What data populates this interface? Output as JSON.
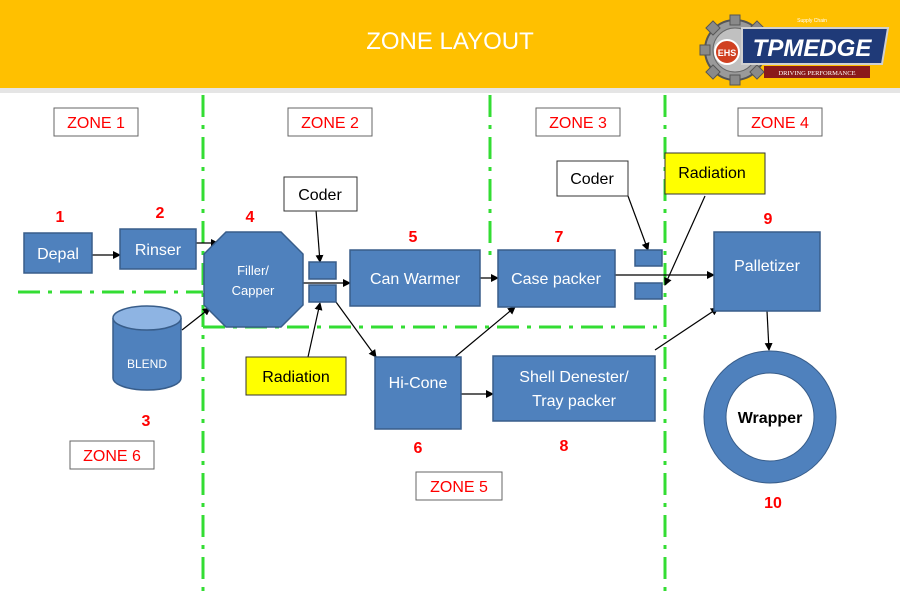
{
  "header": {
    "title": "ZONE LAYOUT"
  },
  "logo": {
    "badge": "EHS",
    "brand": "TPMEDGE",
    "top_tag": "Supply Chain",
    "tagline": "DRIVING PERFORMANCE"
  },
  "zones": [
    "ZONE 1",
    "ZONE 2",
    "ZONE 3",
    "ZONE 4",
    "ZONE 5",
    "ZONE 6"
  ],
  "machines": {
    "depal": "Depal",
    "rinser": "Rinser",
    "filler_line1": "Filler/",
    "filler_line2": "Capper",
    "blend": "BLEND",
    "can_warmer": "Can Warmer",
    "case_packer": "Case packer",
    "palletizer": "Palletizer",
    "hi_cone": "Hi-Cone",
    "shell_line1": "Shell Denester/",
    "shell_line2": "Tray packer",
    "wrapper": "Wrapper"
  },
  "numbers": [
    "1",
    "2",
    "3",
    "4",
    "5",
    "6",
    "7",
    "8",
    "9",
    "10"
  ],
  "callouts": {
    "coder_1": "Coder",
    "coder_2": "Coder",
    "radiation_1": "Radiation",
    "radiation_2": "Radiation"
  },
  "colors": {
    "header": "#ffc000",
    "box_fill": "#4f81bd",
    "box_stroke": "#385d8a",
    "zone_text": "#ff0000",
    "number_text": "#ff0000",
    "zone_line": "#33dd33",
    "callout_highlight": "#ffff00"
  }
}
